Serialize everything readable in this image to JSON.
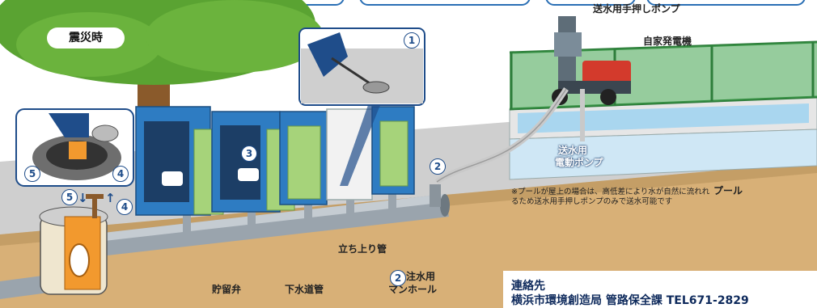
{
  "scene": {
    "situation_tag": "震災時",
    "labels": {
      "hand_pump": "送水用手押しポンプ",
      "generator": "自家発電機",
      "electric_pump_line1": "送水用",
      "electric_pump_line2": "電動ポンプ",
      "pool": "プール",
      "riser_pipe": "立ち上り管",
      "sewer_pipe": "下水道管",
      "reservoir_weir": "貯留弁",
      "inlet_manhole_line1": "注水用",
      "inlet_manhole_line2": "マンホール"
    },
    "note": "※プールが屋上の場合は、高低差により水が自然に流れれるため送水用手押しポンプのみで送水可能です",
    "step_numbers": {
      "n1": "1",
      "n2a": "2",
      "n2b": "2",
      "n3": "3",
      "n4a": "4",
      "n4b": "4",
      "n5a": "5",
      "n5b": "5"
    },
    "arrows": {
      "down": "↓",
      "up": "↑"
    }
  },
  "contact": {
    "heading": "連絡先",
    "detail": "横浜市環境創造局 管路保全課 TEL671-2829"
  },
  "colors": {
    "sky": "#ffffff",
    "tree_leaves": "#5aa332",
    "tree_trunk": "#8a5a2b",
    "ground": "#d8b077",
    "sidewalk": "#c7c7c7",
    "toilet_blue": "#2e7cc2",
    "toilet_door": "#a6d37a",
    "pipe": "#8f9aa3",
    "pool_water": "#a9d6ef",
    "fence": "#3fa34d",
    "weir_orange": "#f2992e",
    "generator_red": "#d33a2c",
    "accent_navy": "#1f4d8a"
  }
}
